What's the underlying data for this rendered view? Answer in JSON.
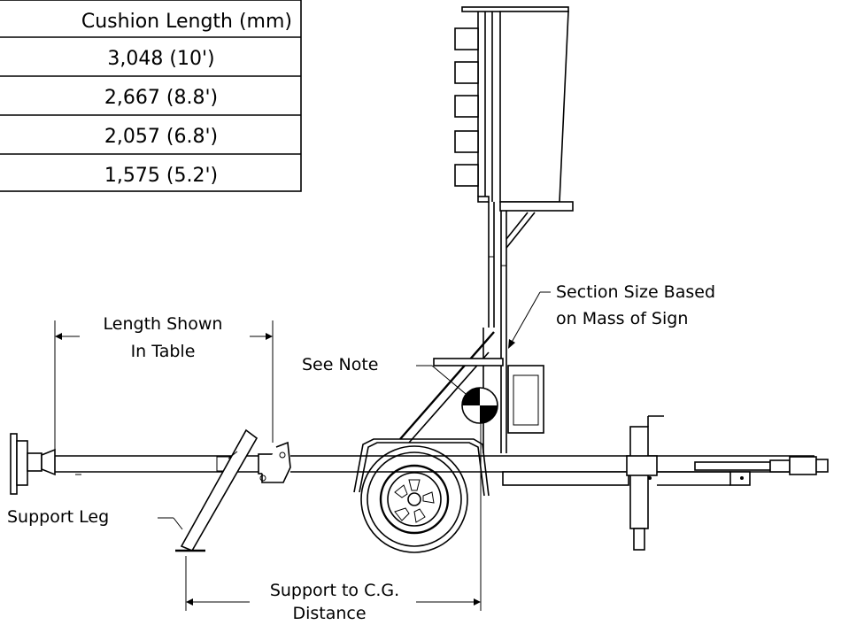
{
  "table": {
    "header": "Cushion Length (mm)",
    "rows": [
      "3,048 (10')",
      "2,667 (8.8')",
      "2,057 (6.8')",
      "1,575 (5.2')"
    ]
  },
  "labels": {
    "length_shown_line1": "Length Shown",
    "length_shown_line2": "In Table",
    "see_note": "See Note",
    "section_size_line1": "Section Size Based",
    "section_size_line2": "on Mass of Sign",
    "support_leg": "Support Leg",
    "support_cg_line1": "Support to C.G.",
    "support_cg_line2": "Distance"
  }
}
